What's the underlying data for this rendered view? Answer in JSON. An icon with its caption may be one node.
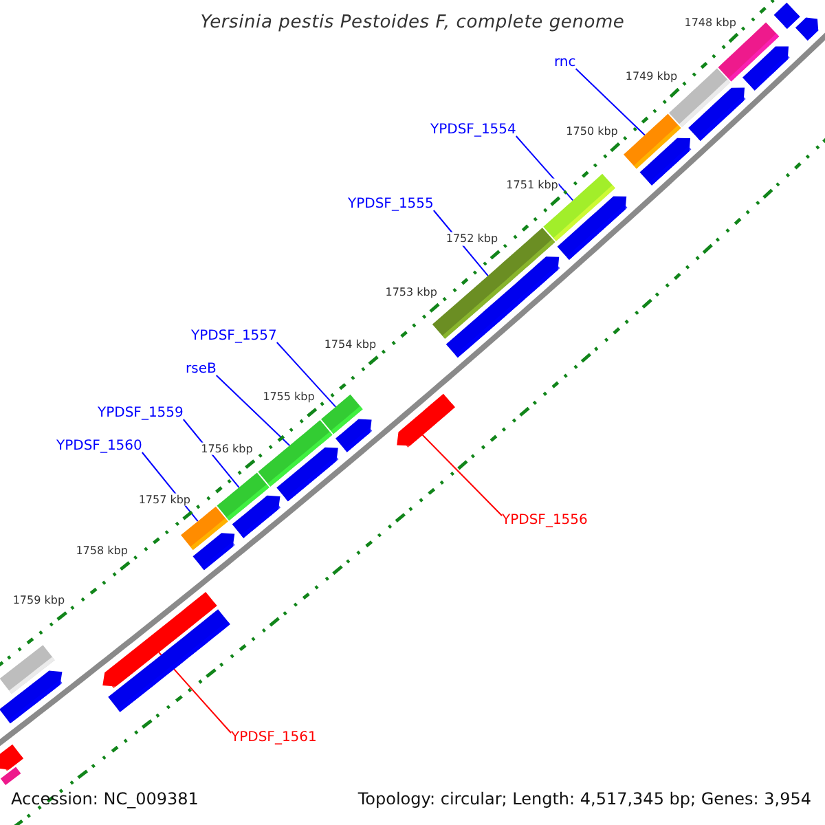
{
  "diagram": {
    "title": "Yersinia pestis Pestoides F, complete genome",
    "nodes": [
      {
        "text": [
          "rnc"
        ]
      },
      {
        "text": [
          "YPDSF_1554"
        ]
      },
      {
        "text": [
          "YPDSF_1555"
        ]
      },
      {
        "text": [
          "YPDSF_1557"
        ]
      },
      {
        "text": [
          "rseB"
        ]
      },
      {
        "text": [
          "YPDSF_1559"
        ]
      },
      {
        "text": [
          "YPDSF_1560"
        ]
      },
      {
        "text": [
          "YPDSF_1556"
        ]
      },
      {
        "text": [
          "YPDSF_1561"
        ]
      },
      {
        "text": [],
        "shape": "bar"
      },
      {
        "text": [],
        "shape": "bar"
      },
      {
        "text": [],
        "shape": "bar"
      },
      {
        "text": [],
        "shape": "bar"
      },
      {
        "text": [],
        "shape": "bar"
      },
      {
        "text": [],
        "shape": "bar"
      },
      {
        "text": [],
        "shape": "bar"
      },
      {
        "text": [],
        "shape": "bar"
      },
      {
        "text": [],
        "shape": "bar"
      },
      {
        "text": [],
        "shape": "bar"
      },
      {
        "text": [],
        "shape": "bar"
      },
      {
        "text": [],
        "shape": "bar"
      },
      {
        "text": [],
        "shape": "bar"
      },
      {
        "text": [],
        "shape": "bar"
      },
      {
        "text": [],
        "shape": "bar"
      },
      {
        "text": [],
        "shape": "bar"
      },
      {
        "text": [],
        "shape": "bar"
      },
      {
        "text": [],
        "shape": "bar"
      },
      {
        "text": [],
        "shape": "bar"
      },
      {
        "text": [],
        "shape": "bar"
      },
      {
        "text": [],
        "shape": "bar"
      },
      {
        "text": [],
        "shape": "bar"
      },
      {
        "text": [],
        "shape": "bar"
      },
      {
        "text": [],
        "shape": "bar"
      },
      {
        "text": [],
        "shape": "bar"
      },
      {
        "text": [],
        "shape": "bar"
      },
      {
        "text": [],
        "shape": "bar"
      }
    ],
    "edges": [
      {
        "from": 0,
        "to": 28,
        "arrow": "none"
      },
      {
        "from": 1,
        "to": 26,
        "arrow": "none"
      },
      {
        "from": 2,
        "to": 24,
        "arrow": "none"
      },
      {
        "from": 3,
        "to": 21,
        "arrow": "none"
      },
      {
        "from": 4,
        "to": 19,
        "arrow": "none"
      },
      {
        "from": 5,
        "to": 17,
        "arrow": "none"
      },
      {
        "from": 6,
        "to": 15,
        "arrow": "none"
      },
      {
        "from": 7,
        "to": 23,
        "arrow": "none",
        "color": "#ff0000"
      },
      {
        "from": 8,
        "to": 13,
        "arrow": "none",
        "color": "#ff0000"
      }
    ],
    "labels": [
      "1748 kbp",
      "1749 kbp",
      "1750 kbp",
      "1751 kbp",
      "1752 kbp",
      "1753 kbp",
      "1754 kbp",
      "1755 kbp",
      "1756 kbp",
      "1757 kbp",
      "1758 kbp",
      "1759 kbp",
      "Accession: NC_009381",
      "Topology: circular; Length: 4,517,345 bp; Genes: 3,954"
    ]
  }
}
